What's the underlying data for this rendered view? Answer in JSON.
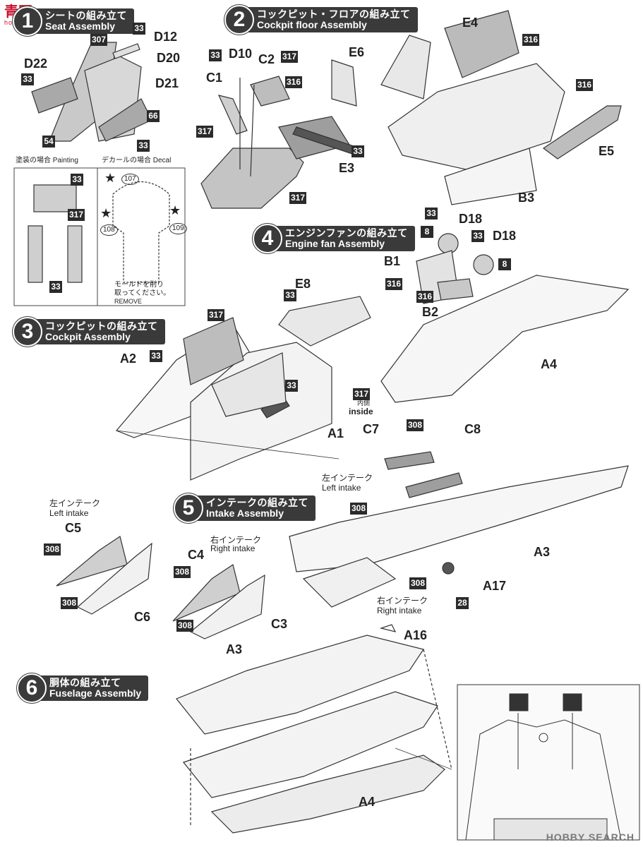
{
  "logo": {
    "text": "青网",
    "sub": "hobbyuo.com"
  },
  "steps": [
    {
      "num": "1",
      "jp": "シートの組み立て",
      "en": "Seat Assembly"
    },
    {
      "num": "2",
      "jp": "コックピット・フロアの組み立て",
      "en": "Cockpit floor Assembly"
    },
    {
      "num": "3",
      "jp": "コックピットの組み立て",
      "en": "Cockpit Assembly"
    },
    {
      "num": "4",
      "jp": "エンジンファンの組み立て",
      "en": "Engine fan Assembly"
    },
    {
      "num": "5",
      "jp": "インテークの組み立て",
      "en": "Intake Assembly"
    },
    {
      "num": "6",
      "jp": "胴体の組み立て",
      "en": "Fuselage Assembly"
    }
  ],
  "box": {
    "painting_label": "塗装の場合 Painting",
    "decal_label": "デカールの場合 Decal",
    "remove_jp": "モールドを削り",
    "remove_jp2": "取ってください。",
    "remove_en": "REMOVE",
    "decals": [
      "107",
      "108",
      "109"
    ]
  },
  "parts": {
    "D12": "D12",
    "D20": "D20",
    "D22": "D22",
    "D21": "D21",
    "D10": "D10",
    "C2": "C2",
    "C1": "C1",
    "E6": "E6",
    "E3": "E3",
    "E4": "E4",
    "E5": "E5",
    "B3": "B3",
    "E8": "E8",
    "A2": "A2",
    "A1": "A1",
    "B1": "B1",
    "B2": "B2",
    "D18a": "D18",
    "D18b": "D18",
    "A4": "A4",
    "C7": "C7",
    "C8": "C8",
    "A3": "A3",
    "A17": "A17",
    "C5": "C5",
    "C6": "C6",
    "C4": "C4",
    "C3": "C3",
    "A16": "A16",
    "A3b": "A3",
    "A4b": "A4"
  },
  "colors": {
    "c33": "33",
    "c307": "307",
    "c66": "66",
    "c54": "54",
    "c317": "317",
    "c316": "316",
    "c8": "8",
    "c308": "308",
    "c28": "28"
  },
  "notes": {
    "inside_jp": "内側",
    "inside_en": "inside",
    "left_intake_jp": "左インテーク",
    "left_intake_en": "Left intake",
    "right_intake_jp": "右インテーク",
    "right_intake_en": "Right intake"
  },
  "watermark": "HOBBY SEARCH",
  "theme": {
    "header_bg": "#3a3a3a",
    "gray_fill": "#b3b3b3",
    "line": "#333333"
  }
}
